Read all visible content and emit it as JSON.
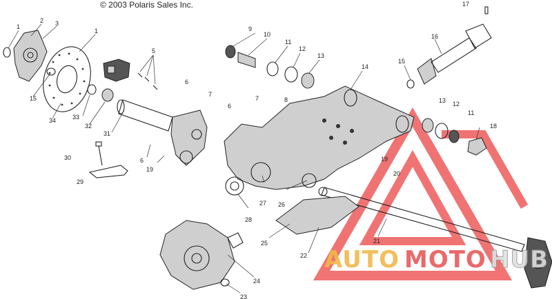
{
  "copyright": "© 2003 Polaris Sales Inc.",
  "watermark": {
    "text_a": "AUTO",
    "text_b": "MOTO",
    "text_c": "HUB",
    "color_a": "#f2b84b",
    "color_b": "#e85a5a",
    "color_c": "#e0e0e0",
    "logo_color": "#ee5b5b"
  },
  "callouts": [
    {
      "id": "c1a",
      "text": "1"
    },
    {
      "id": "c2",
      "text": "2"
    },
    {
      "id": "c3",
      "text": "3"
    },
    {
      "id": "c1b",
      "text": "1"
    },
    {
      "id": "c15a",
      "text": "15"
    },
    {
      "id": "c34",
      "text": "34"
    },
    {
      "id": "c33",
      "text": "33"
    },
    {
      "id": "c32",
      "text": "32"
    },
    {
      "id": "c5",
      "text": "5"
    },
    {
      "id": "c31",
      "text": "31"
    },
    {
      "id": "c6a",
      "text": "6"
    },
    {
      "id": "c7a",
      "text": "7"
    },
    {
      "id": "c30",
      "text": "30"
    },
    {
      "id": "c29",
      "text": "29"
    },
    {
      "id": "c6b",
      "text": "6"
    },
    {
      "id": "c19a",
      "text": "19"
    },
    {
      "id": "c9",
      "text": "9"
    },
    {
      "id": "c10",
      "text": "10"
    },
    {
      "id": "c11a",
      "text": "11"
    },
    {
      "id": "c12a",
      "text": "12"
    },
    {
      "id": "c13a",
      "text": "13"
    },
    {
      "id": "c14",
      "text": "14"
    },
    {
      "id": "c6c",
      "text": "6"
    },
    {
      "id": "c7b",
      "text": "7"
    },
    {
      "id": "c8",
      "text": "8"
    },
    {
      "id": "c17",
      "text": "17"
    },
    {
      "id": "c16",
      "text": "16"
    },
    {
      "id": "c15b",
      "text": "15"
    },
    {
      "id": "c13b",
      "text": "13"
    },
    {
      "id": "c12b",
      "text": "12"
    },
    {
      "id": "c11b",
      "text": "11"
    },
    {
      "id": "c18",
      "text": "18"
    },
    {
      "id": "c19b",
      "text": "19"
    },
    {
      "id": "c20",
      "text": "20"
    },
    {
      "id": "c27",
      "text": "27"
    },
    {
      "id": "c26",
      "text": "26"
    },
    {
      "id": "c28",
      "text": "28"
    },
    {
      "id": "c25",
      "text": "25"
    },
    {
      "id": "c22",
      "text": "22"
    },
    {
      "id": "c21",
      "text": "21"
    },
    {
      "id": "c24",
      "text": "24"
    },
    {
      "id": "c23",
      "text": "23"
    }
  ]
}
